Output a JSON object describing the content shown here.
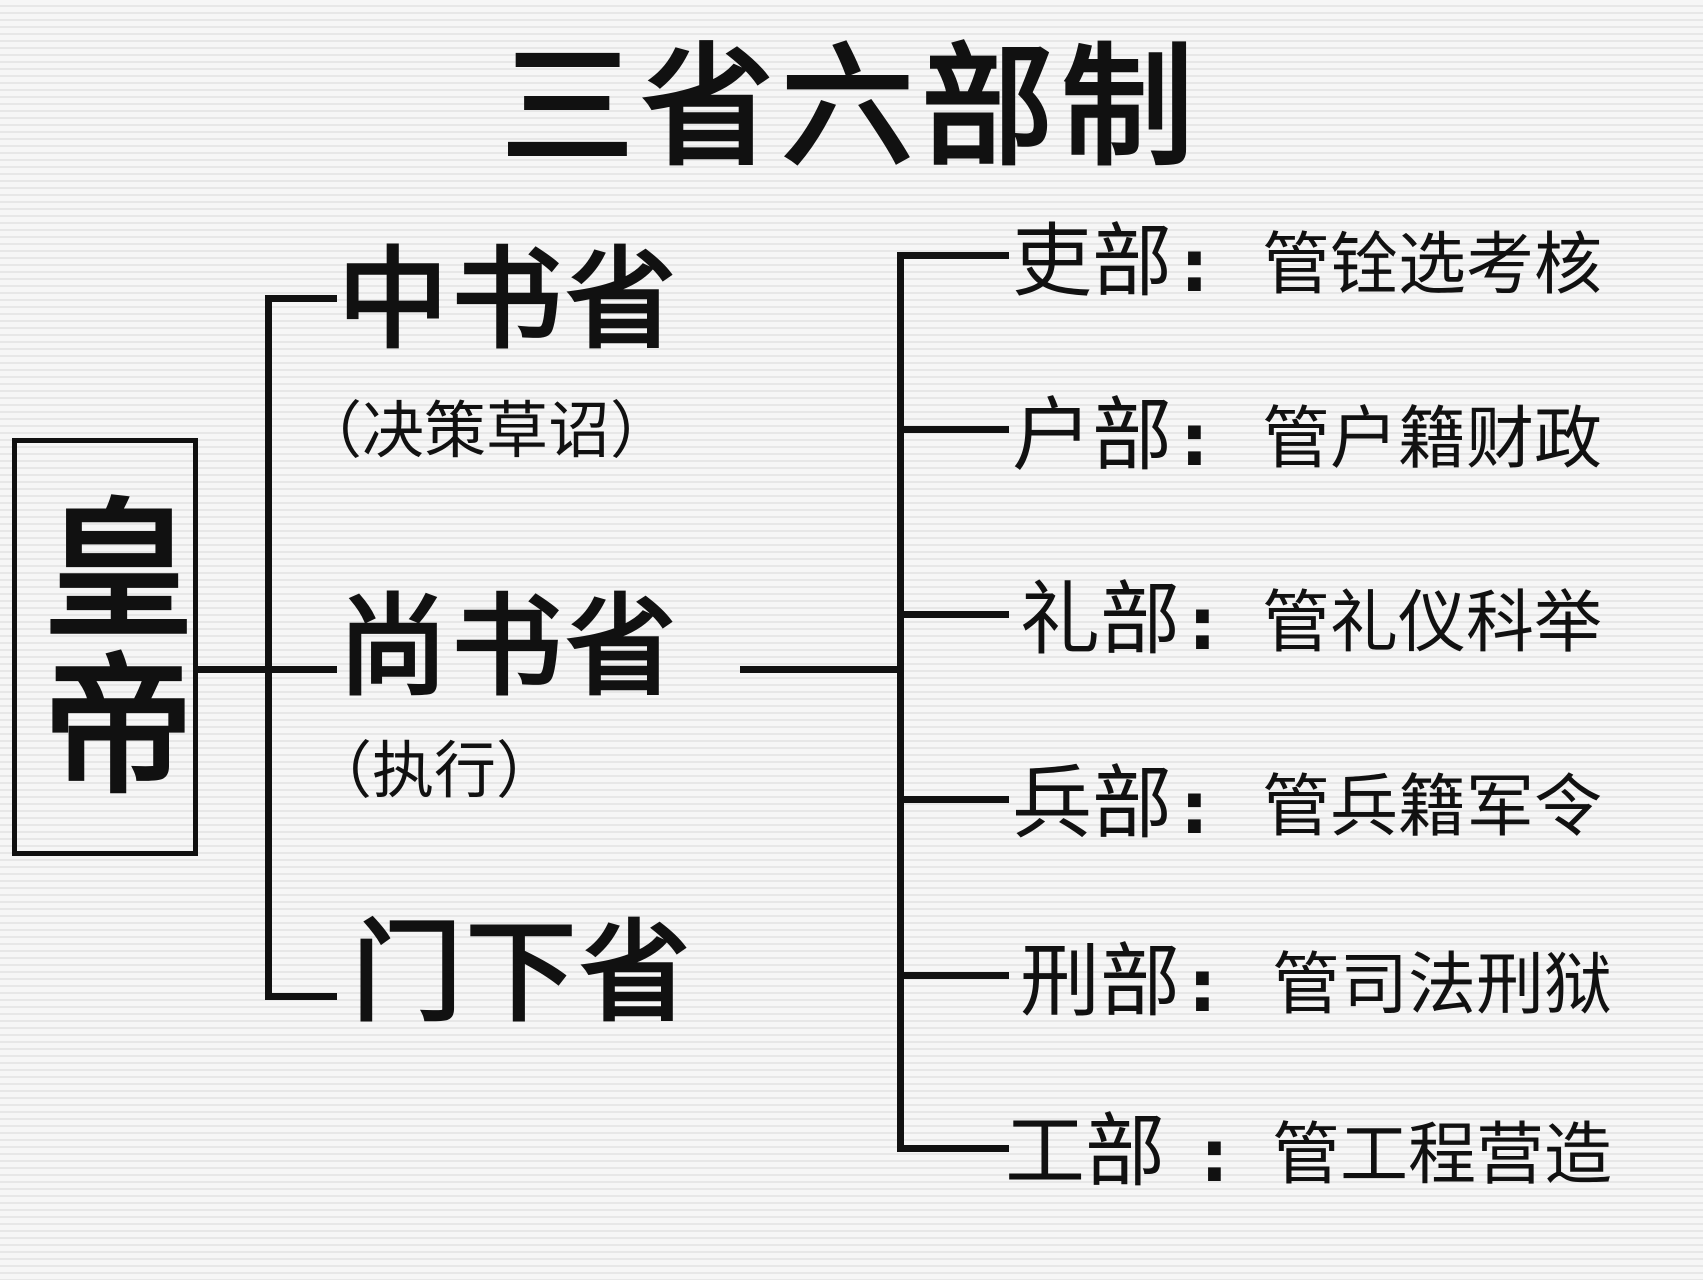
{
  "title": "三省六部制",
  "emperor": "皇帝",
  "provinces": [
    {
      "name": "中书省",
      "note": "（决策草诏）"
    },
    {
      "name": "尚书省",
      "note": "（执行）"
    },
    {
      "name": "门下省",
      "note": ""
    }
  ],
  "ministries": [
    {
      "name": "吏部",
      "colon": ":",
      "duty": "管铨选考核"
    },
    {
      "name": "户部",
      "colon": ":",
      "duty": "管户籍财政"
    },
    {
      "name": "礼部",
      "colon": ":",
      "duty": "管礼仪科举"
    },
    {
      "name": "兵部",
      "colon": ":",
      "duty": "管兵籍军令"
    },
    {
      "name": "刑部",
      "colon": ":",
      "duty": "管司法刑狱"
    },
    {
      "name": "工部",
      "colon": ":",
      "duty": "管工程营造"
    }
  ]
}
